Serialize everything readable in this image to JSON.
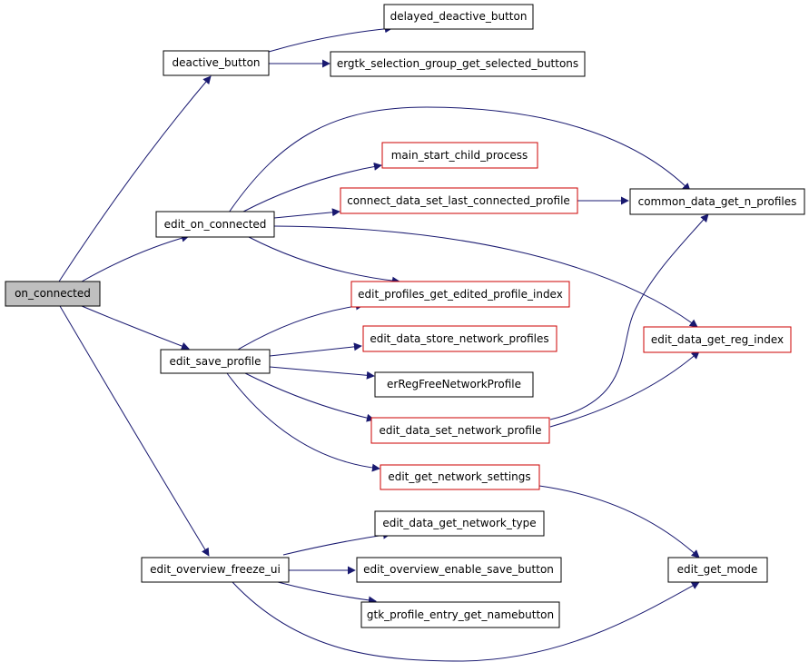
{
  "colors": {
    "edge": "#191970",
    "node_border_default": "#000000",
    "node_border_undocumented": "#cc0000",
    "root_fill": "#bfbfbf"
  },
  "nodes": {
    "on_connected": "on_connected",
    "deactive_button": "deactive_button",
    "delayed_deactive_button": "delayed_deactive_button",
    "ergtk_selection_group_get_selected_buttons": "ergtk_selection_group_get_selected_buttons",
    "edit_on_connected": "edit_on_connected",
    "main_start_child_process": "main_start_child_process",
    "connect_data_set_last_connected_profile": "connect_data_set_last_connected_profile",
    "common_data_get_n_profiles": "common_data_get_n_profiles",
    "edit_profiles_get_edited_profile_index": "edit_profiles_get_edited_profile_index",
    "edit_data_get_reg_index": "edit_data_get_reg_index",
    "edit_save_profile": "edit_save_profile",
    "edit_data_store_network_profiles": "edit_data_store_network_profiles",
    "erRegFreeNetworkProfile": "erRegFreeNetworkProfile",
    "edit_data_set_network_profile": "edit_data_set_network_profile",
    "edit_get_network_settings": "edit_get_network_settings",
    "edit_data_get_network_type": "edit_data_get_network_type",
    "edit_overview_freeze_ui": "edit_overview_freeze_ui",
    "edit_overview_enable_save_button": "edit_overview_enable_save_button",
    "edit_get_mode": "edit_get_mode",
    "gtk_profile_entry_get_namebutton": "gtk_profile_entry_get_namebutton"
  },
  "edges": [
    [
      "on_connected",
      "deactive_button"
    ],
    [
      "on_connected",
      "edit_on_connected"
    ],
    [
      "on_connected",
      "edit_save_profile"
    ],
    [
      "on_connected",
      "edit_overview_freeze_ui"
    ],
    [
      "deactive_button",
      "delayed_deactive_button"
    ],
    [
      "deactive_button",
      "ergtk_selection_group_get_selected_buttons"
    ],
    [
      "edit_on_connected",
      "common_data_get_n_profiles"
    ],
    [
      "edit_on_connected",
      "main_start_child_process"
    ],
    [
      "edit_on_connected",
      "connect_data_set_last_connected_profile"
    ],
    [
      "edit_on_connected",
      "edit_profiles_get_edited_profile_index"
    ],
    [
      "edit_on_connected",
      "edit_data_get_reg_index"
    ],
    [
      "connect_data_set_last_connected_profile",
      "common_data_get_n_profiles"
    ],
    [
      "edit_save_profile",
      "edit_profiles_get_edited_profile_index"
    ],
    [
      "edit_save_profile",
      "edit_data_store_network_profiles"
    ],
    [
      "edit_save_profile",
      "erRegFreeNetworkProfile"
    ],
    [
      "edit_save_profile",
      "edit_data_set_network_profile"
    ],
    [
      "edit_save_profile",
      "edit_get_network_settings"
    ],
    [
      "edit_data_set_network_profile",
      "common_data_get_n_profiles"
    ],
    [
      "edit_data_set_network_profile",
      "edit_data_get_reg_index"
    ],
    [
      "edit_get_network_settings",
      "edit_get_mode"
    ],
    [
      "edit_overview_freeze_ui",
      "edit_data_get_network_type"
    ],
    [
      "edit_overview_freeze_ui",
      "edit_overview_enable_save_button"
    ],
    [
      "edit_overview_freeze_ui",
      "gtk_profile_entry_get_namebutton"
    ],
    [
      "edit_overview_freeze_ui",
      "edit_get_mode"
    ]
  ]
}
